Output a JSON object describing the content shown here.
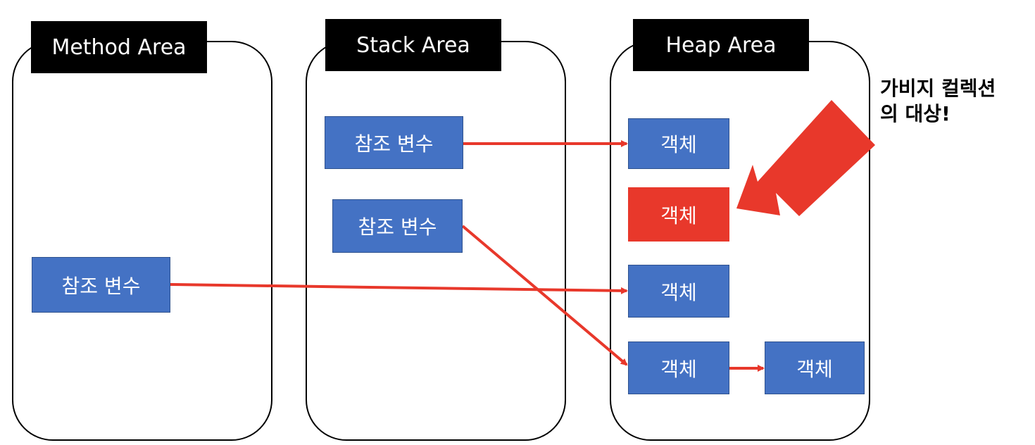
{
  "areas": {
    "method": {
      "label": "Method Area"
    },
    "stack": {
      "label": "Stack Area"
    },
    "heap": {
      "label": "Heap Area"
    }
  },
  "nodes": {
    "method_ref": "참조 변수",
    "stack_ref_1": "참조 변수",
    "stack_ref_2": "참조 변수",
    "heap_obj_1": "객체",
    "heap_obj_garbage": "객체",
    "heap_obj_3": "객체",
    "heap_obj_4": "객체",
    "heap_obj_5": "객체"
  },
  "annotation": {
    "line1": "가비지 컬렉션",
    "line2": "의 대상!"
  },
  "colors": {
    "node_fill": "#4472c4",
    "garbage_fill": "#e8382b",
    "arrow": "#e8382b",
    "label_bg": "#000000"
  }
}
